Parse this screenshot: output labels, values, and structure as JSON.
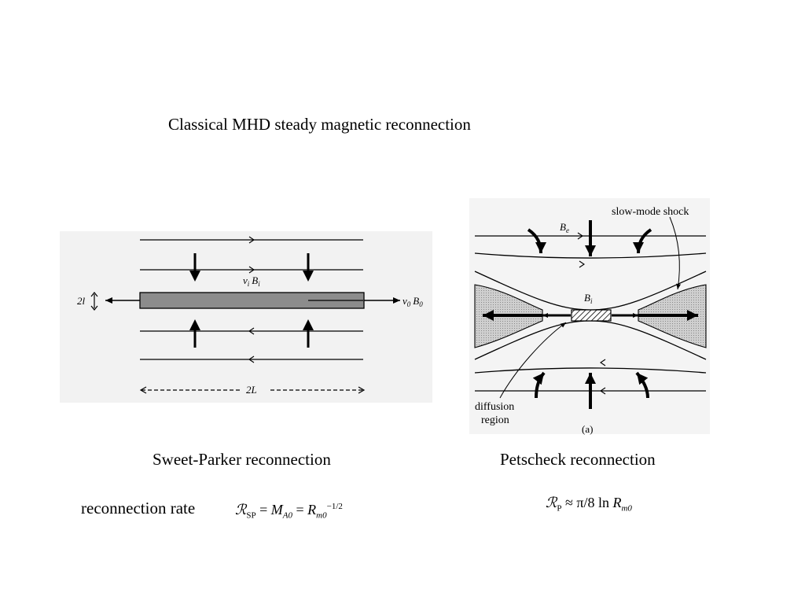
{
  "title": "Classical MHD steady magnetic reconnection",
  "sweet_parker": {
    "caption": "Sweet-Parker reconnection",
    "labels": {
      "thickness": "2l",
      "inflow": "v",
      "inflow_sub": "i",
      "inflow_field": "B",
      "inflow_field_sub": "i",
      "outflow": "v",
      "outflow_sub": "0",
      "outflow_field": "B",
      "outflow_field_sub": "0",
      "length": "2L"
    },
    "formula": {
      "lhs": "ℛ",
      "lhs_sub": "SP",
      "eq1": " = ",
      "mid": "M",
      "mid_sub": "A0",
      "eq2": " = ",
      "rhs": "R",
      "rhs_sub": "m0",
      "rhs_sup": "−1/2"
    }
  },
  "petschek": {
    "caption": "Petscheck reconnection",
    "labels": {
      "shock": "slow-mode shock",
      "external_field": "B",
      "external_field_sub": "e",
      "internal_field": "B",
      "internal_field_sub": "i",
      "diffusion_line1": "diffusion",
      "diffusion_line2": "region",
      "panel": "(a)"
    },
    "formula": {
      "lhs": "ℛ",
      "lhs_sub": "P",
      "approx": " ≈ π/8 ln ",
      "rhs": "R",
      "rhs_sub": "m0"
    }
  },
  "rate_label": "reconnection rate"
}
